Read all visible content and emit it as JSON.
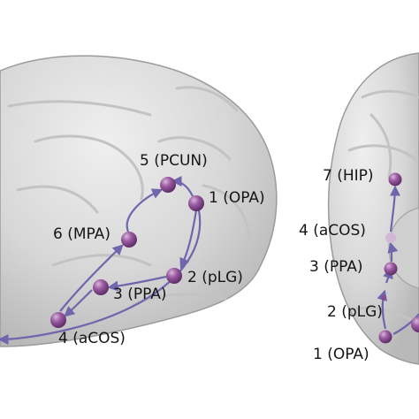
{
  "figure": {
    "lateral_view": {
      "nodes": [
        {
          "id": "5",
          "label": "5 (PCUN)"
        },
        {
          "id": "1",
          "label": "1 (OPA)"
        },
        {
          "id": "6",
          "label": "6 (MPA)"
        },
        {
          "id": "2",
          "label": "2 (pLG)"
        },
        {
          "id": "3",
          "label": "3 (PPA)"
        },
        {
          "id": "4",
          "label": "4 (aCOS)"
        }
      ],
      "path_order": [
        "1",
        "2",
        "3",
        "4",
        "6",
        "5",
        "1"
      ]
    },
    "ventral_view": {
      "nodes": [
        {
          "id": "7",
          "label": "7 (HIP)"
        },
        {
          "id": "4",
          "label": "4 (aCOS)"
        },
        {
          "id": "3",
          "label": "3 (PPA)"
        },
        {
          "id": "2",
          "label": "2 (pLG)"
        },
        {
          "id": "1",
          "label": "1 (OPA)"
        }
      ],
      "path_order": [
        "1",
        "2",
        "3",
        "4",
        "7"
      ]
    }
  },
  "colors": {
    "node": "#8a4d92",
    "arrow": "#6f66ad",
    "brain_fill": "#d9d9d9",
    "brain_outline": "#9b9b9b",
    "sulcus": "#bcbcbc",
    "background": "#ffffff"
  }
}
